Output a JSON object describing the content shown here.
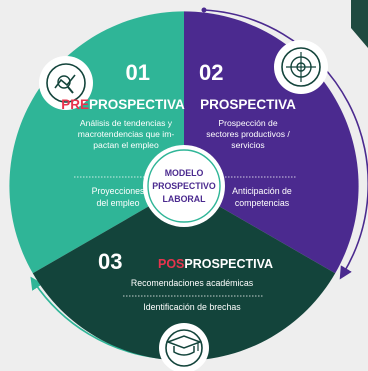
{
  "center": {
    "line1": "MODELO",
    "line2": "PROSPECTIVO",
    "line3": "LABORAL"
  },
  "sections": [
    {
      "number": "01",
      "title_accent": "PRE",
      "title_rest": "PROSPECTIVA",
      "desc": [
        "Análisis de tendencias y",
        "macrotendencias que im-",
        "pactan el empleo"
      ],
      "sub": [
        "Proyecciones",
        "del empleo"
      ],
      "icon": "chart-search-icon",
      "color": "#2fb597"
    },
    {
      "number": "02",
      "title": "PROSPECTIVA",
      "desc": [
        "Prospección de",
        "sectores productivos /",
        "servicios"
      ],
      "sub": [
        "Anticipación de",
        "competencias"
      ],
      "icon": "target-icon",
      "color": "#4b2a8f"
    },
    {
      "number": "03",
      "title_accent": "POS",
      "title_rest": "PROSPECTIVA",
      "lines": [
        "Recomendaciones académicas",
        "Identificación de brechas"
      ],
      "icon": "graduation-cap-icon",
      "color": "#13443b"
    }
  ],
  "colors": {
    "accent_red": "#e8344e",
    "teal": "#2fb597",
    "purple": "#4b2a8f",
    "dark_green": "#13443b"
  }
}
